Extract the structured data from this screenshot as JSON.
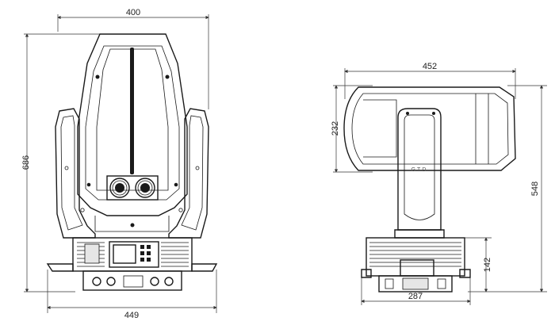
{
  "dimensions": {
    "front_top_width": "400",
    "front_height": "686",
    "front_base_width": "449",
    "side_top_width": "452",
    "side_head_height": "232",
    "side_total_height": "548",
    "side_base_height": "142",
    "side_base_width": "287"
  },
  "brand_mark": "GTD",
  "colors": {
    "line": "#1a1a1a",
    "background": "#ffffff"
  }
}
